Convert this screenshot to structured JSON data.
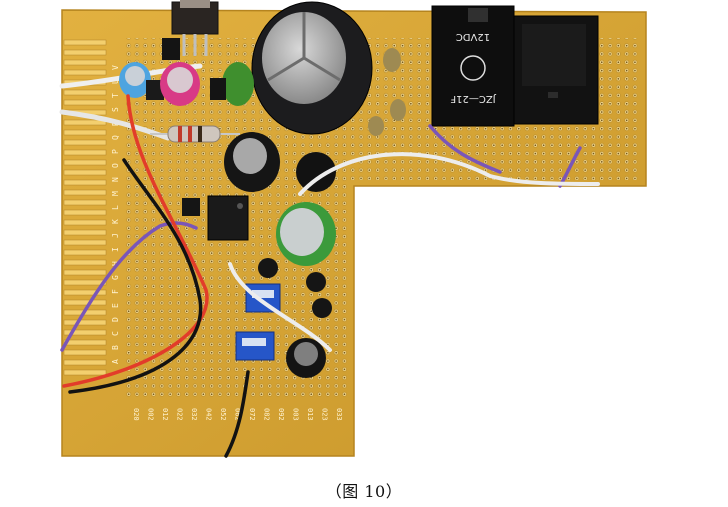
{
  "figure": {
    "caption": "（图 10）"
  },
  "components": {
    "relay_1": {
      "rating": "12VDC",
      "model": "JZC—21F"
    },
    "row_letters": [
      "A",
      "B",
      "C",
      "D",
      "E",
      "F",
      "G",
      "H",
      "I",
      "J",
      "K",
      "L",
      "M",
      "N",
      "O",
      "P",
      "Q",
      "R",
      "S",
      "T",
      "U",
      "V"
    ],
    "col_numbers": [
      "020",
      "002",
      "012",
      "022",
      "032",
      "042",
      "052",
      "062",
      "072",
      "082",
      "092",
      "003",
      "013",
      "023",
      "033"
    ]
  },
  "colors": {
    "pcb": "#d8a734",
    "background": "#ffffff",
    "pad_copper": "#f0d58a",
    "relay_body": "#0e0e0e",
    "wire_purple": "#7a56b8",
    "wire_red": "#e23c2a",
    "wire_black": "#121212",
    "wire_white": "#eeeeee",
    "trimpot_blue": "#2656c8",
    "electrolytic_green": "#3b9a3b",
    "electrolytic_pink": "#d83a86",
    "electrolytic_blue": "#4ea4e0"
  }
}
